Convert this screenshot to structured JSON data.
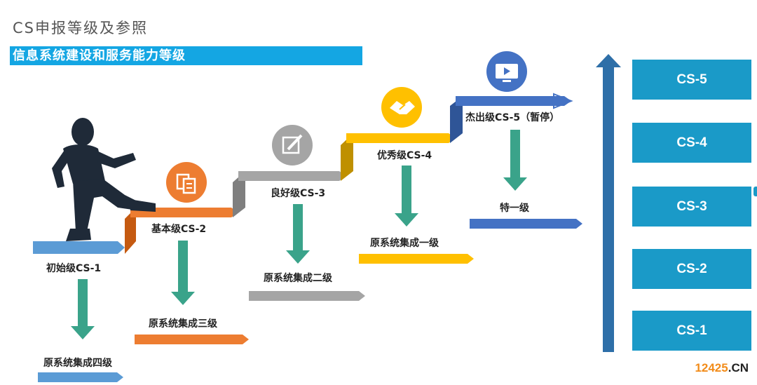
{
  "header": {
    "title": "CS申报等级及参照"
  },
  "banner": {
    "text": "信息系统建设和服务能力等级"
  },
  "steps": [
    {
      "label": "初始级CS-1",
      "equivalent": "原系统集成四级",
      "color": "#5b9bd5"
    },
    {
      "label": "基本级CS-2",
      "equivalent": "原系统集成三级",
      "color": "#ed7d31",
      "icon": "document-copy-icon"
    },
    {
      "label": "良好级CS-3",
      "equivalent": "原系统集成二级",
      "color": "#a5a5a5",
      "icon": "edit-note-icon"
    },
    {
      "label": "优秀级CS-4",
      "equivalent": "原系统集成一级",
      "color": "#ffc000",
      "icon": "handshake-icon"
    },
    {
      "label": "杰出级CS-5（暂停）",
      "equivalent": "特一级",
      "color": "#4472c4",
      "icon": "video-screen-icon"
    }
  ],
  "ladder": {
    "levels": [
      "CS-5",
      "CS-4",
      "CS-3",
      "CS-2",
      "CS-1"
    ],
    "color": "#1a9ac8",
    "arrow_color": "#2e6fa8"
  },
  "down_arrow_color": "#3aa38a",
  "watermark": {
    "number": "12425",
    "tld": ".CN"
  }
}
